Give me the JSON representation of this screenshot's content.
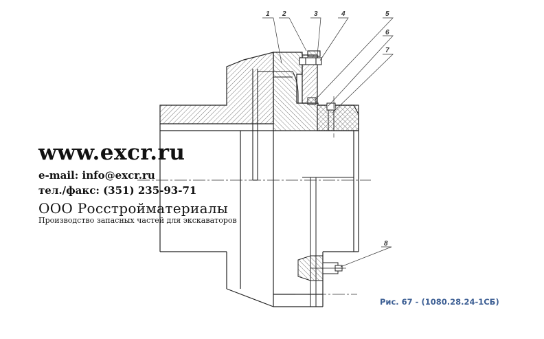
{
  "overlay": {
    "site": "www.excr.ru",
    "email": "e-mail: info@excr.ru",
    "phone": "тел./факс: (351) 235-93-71",
    "company": "ООО Росстройматериалы",
    "slogan": "Производство запасных частей для экскаваторов"
  },
  "caption": "Рис. 67 - (1080.28.24-1СБ)",
  "callouts": [
    "1",
    "2",
    "3",
    "4",
    "5",
    "6",
    "7",
    "8"
  ],
  "colors": {
    "line": "#222222",
    "hatch": "#555555",
    "caption": "#3d5f94"
  }
}
